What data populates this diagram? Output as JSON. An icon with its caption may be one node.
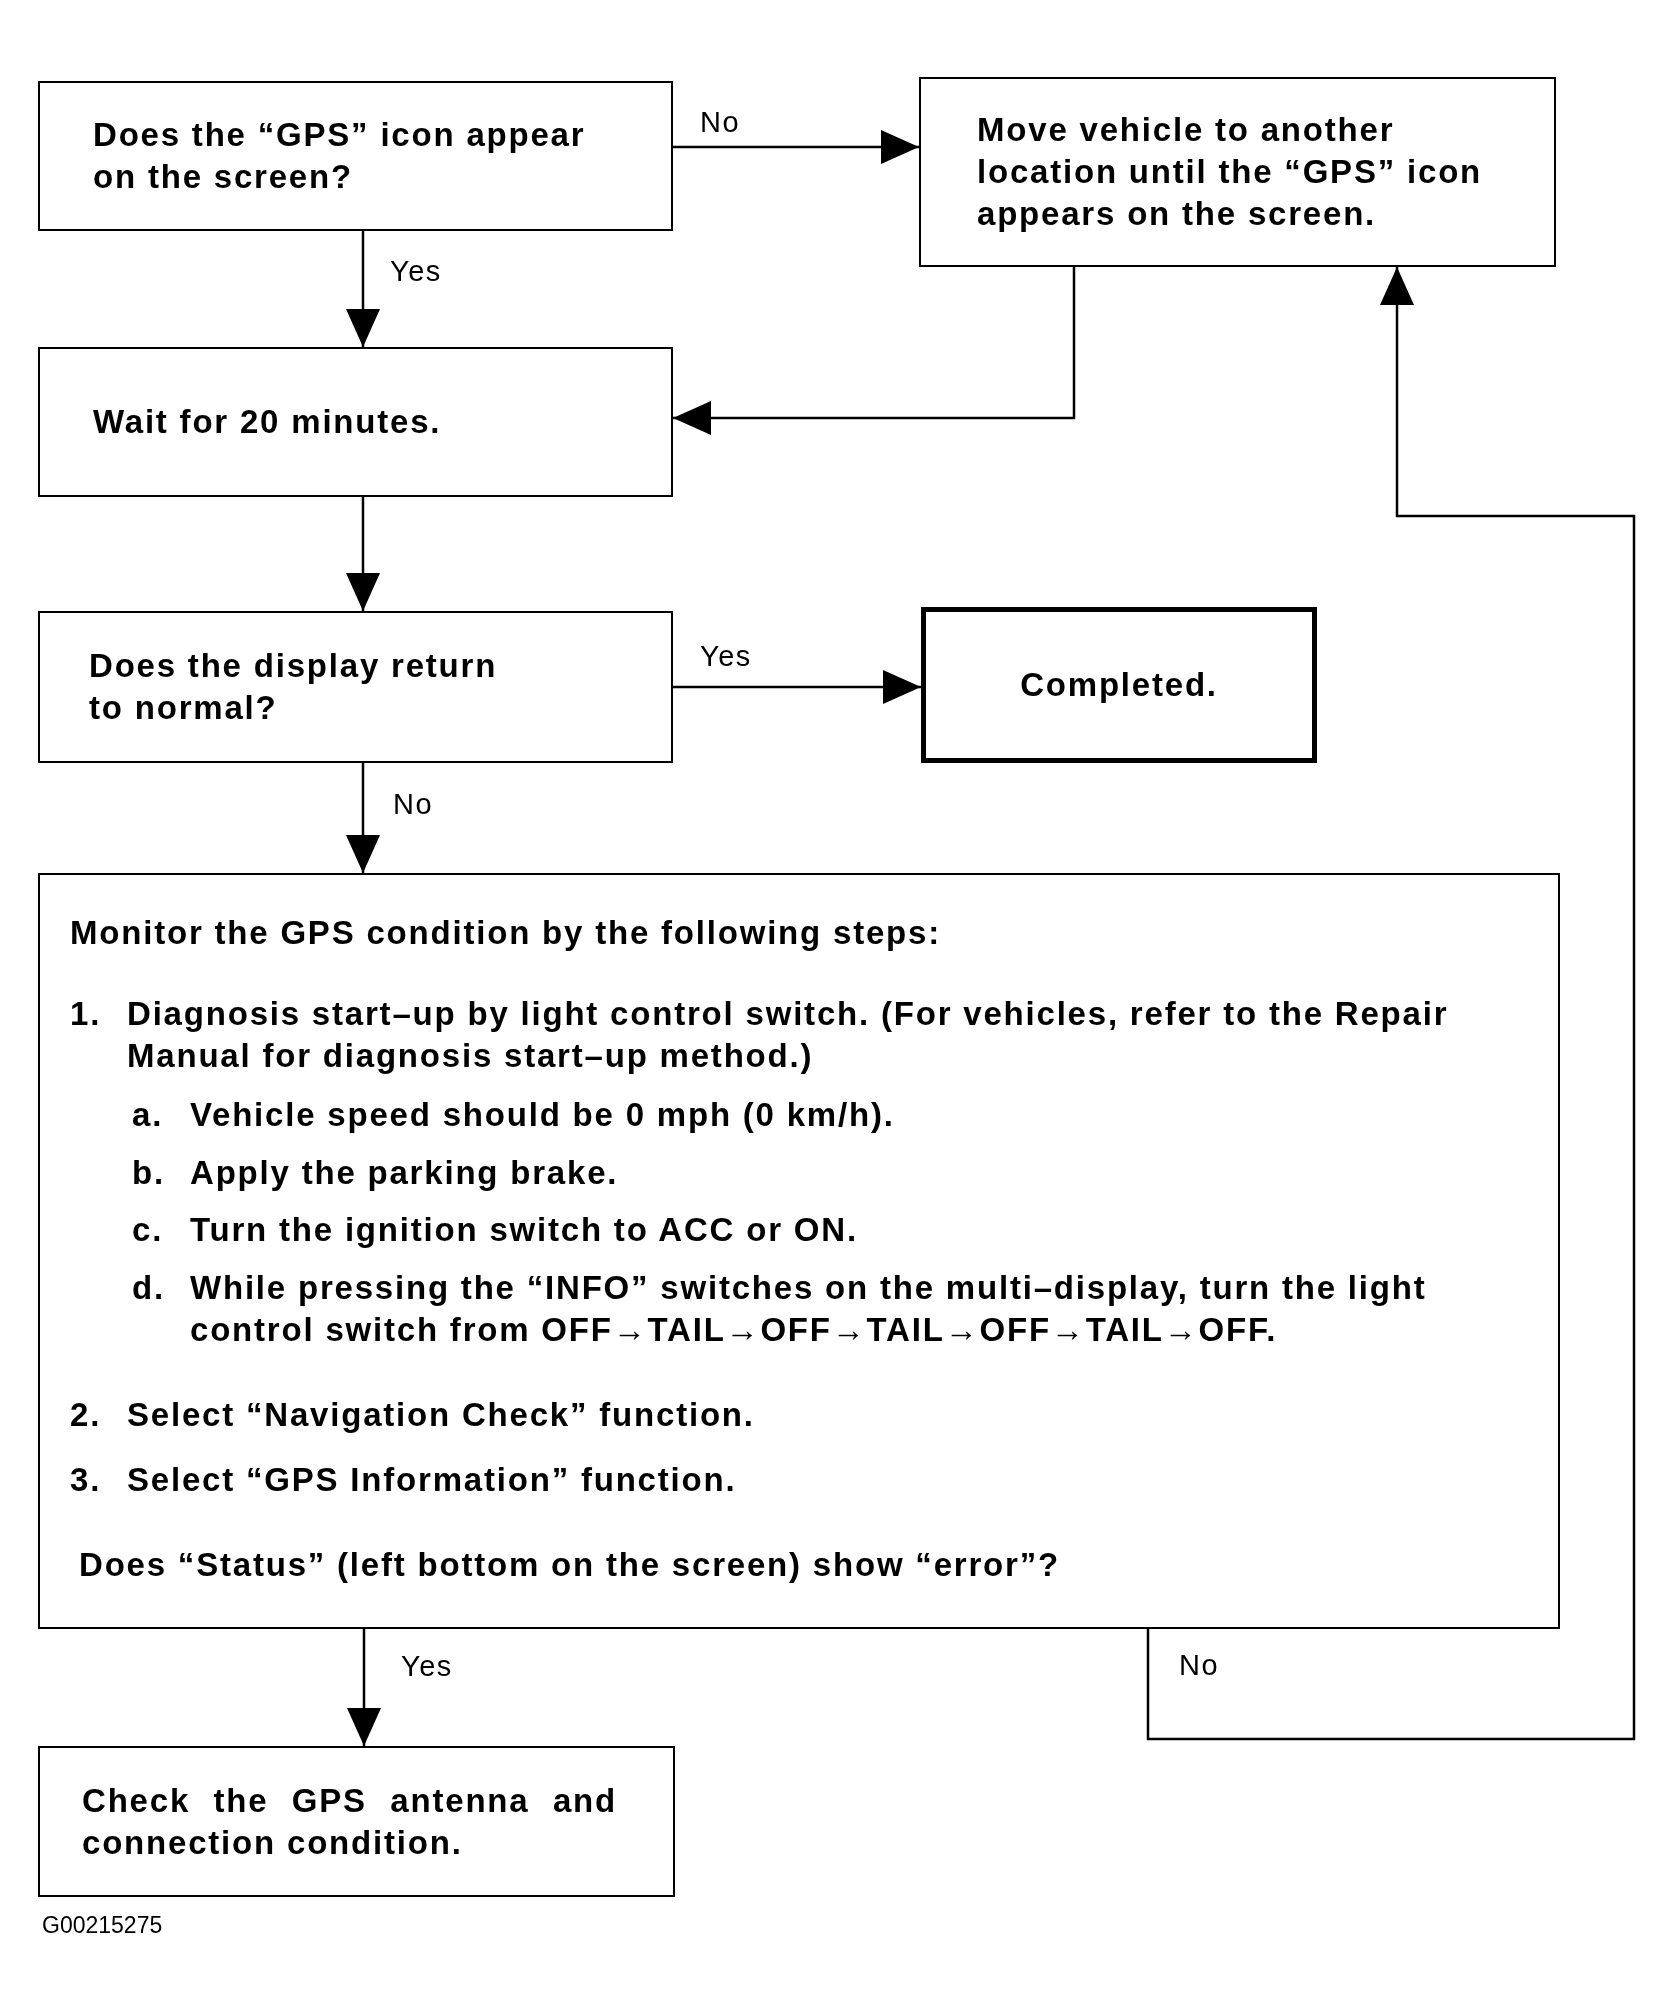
{
  "diagram": {
    "nodes": [
      {
        "text": [
          "Does the “GPS” icon appear on the screen?"
        ]
      },
      {
        "text": [
          "Move vehicle to another location until the “GPS” icon appears on the screen."
        ]
      },
      {
        "text": [
          "Wait for 20 minutes."
        ]
      },
      {
        "text": [
          "Does the display return to normal?"
        ]
      },
      {
        "text": [
          "Completed."
        ]
      },
      {
        "text": [
          "Monitor the GPS condition by the following steps:",
          "1. Diagnosis start–up by light control switch. (For vehicles, refer to the Repair Manual for diagnosis start–up method.)",
          "a. Vehicle speed should be 0 mph (0 km/h).",
          "b. Apply the parking brake.",
          "c. Turn the ignition switch to ACC or ON.",
          "d. While pressing the “INFO” switches on the multi–display, turn the light control switch from OFF→TAIL→OFF→TAIL→OFF→TAIL→OFF.",
          "2. Select “Navigation Check” function.",
          "3. Select “GPS Information” function.",
          "Does “Status” (left bottom on the screen) show “error”?"
        ]
      },
      {
        "text": [
          "Check the GPS antenna and connection condition."
        ]
      }
    ],
    "edges": [
      {
        "from": 0,
        "to": 1,
        "arrow": "to",
        "label": "No"
      },
      {
        "from": 0,
        "to": 2,
        "arrow": "to",
        "label": "Yes"
      },
      {
        "from": 1,
        "to": 2,
        "arrow": "to"
      },
      {
        "from": 2,
        "to": 3,
        "arrow": "to"
      },
      {
        "from": 3,
        "to": 4,
        "arrow": "to",
        "label": "Yes"
      },
      {
        "from": 3,
        "to": 5,
        "arrow": "to",
        "label": "No"
      },
      {
        "from": 5,
        "to": 6,
        "arrow": "to",
        "label": "Yes"
      },
      {
        "from": 5,
        "to": 1,
        "arrow": "to",
        "label": "No"
      }
    ],
    "labels": [
      "G00215275"
    ]
  }
}
